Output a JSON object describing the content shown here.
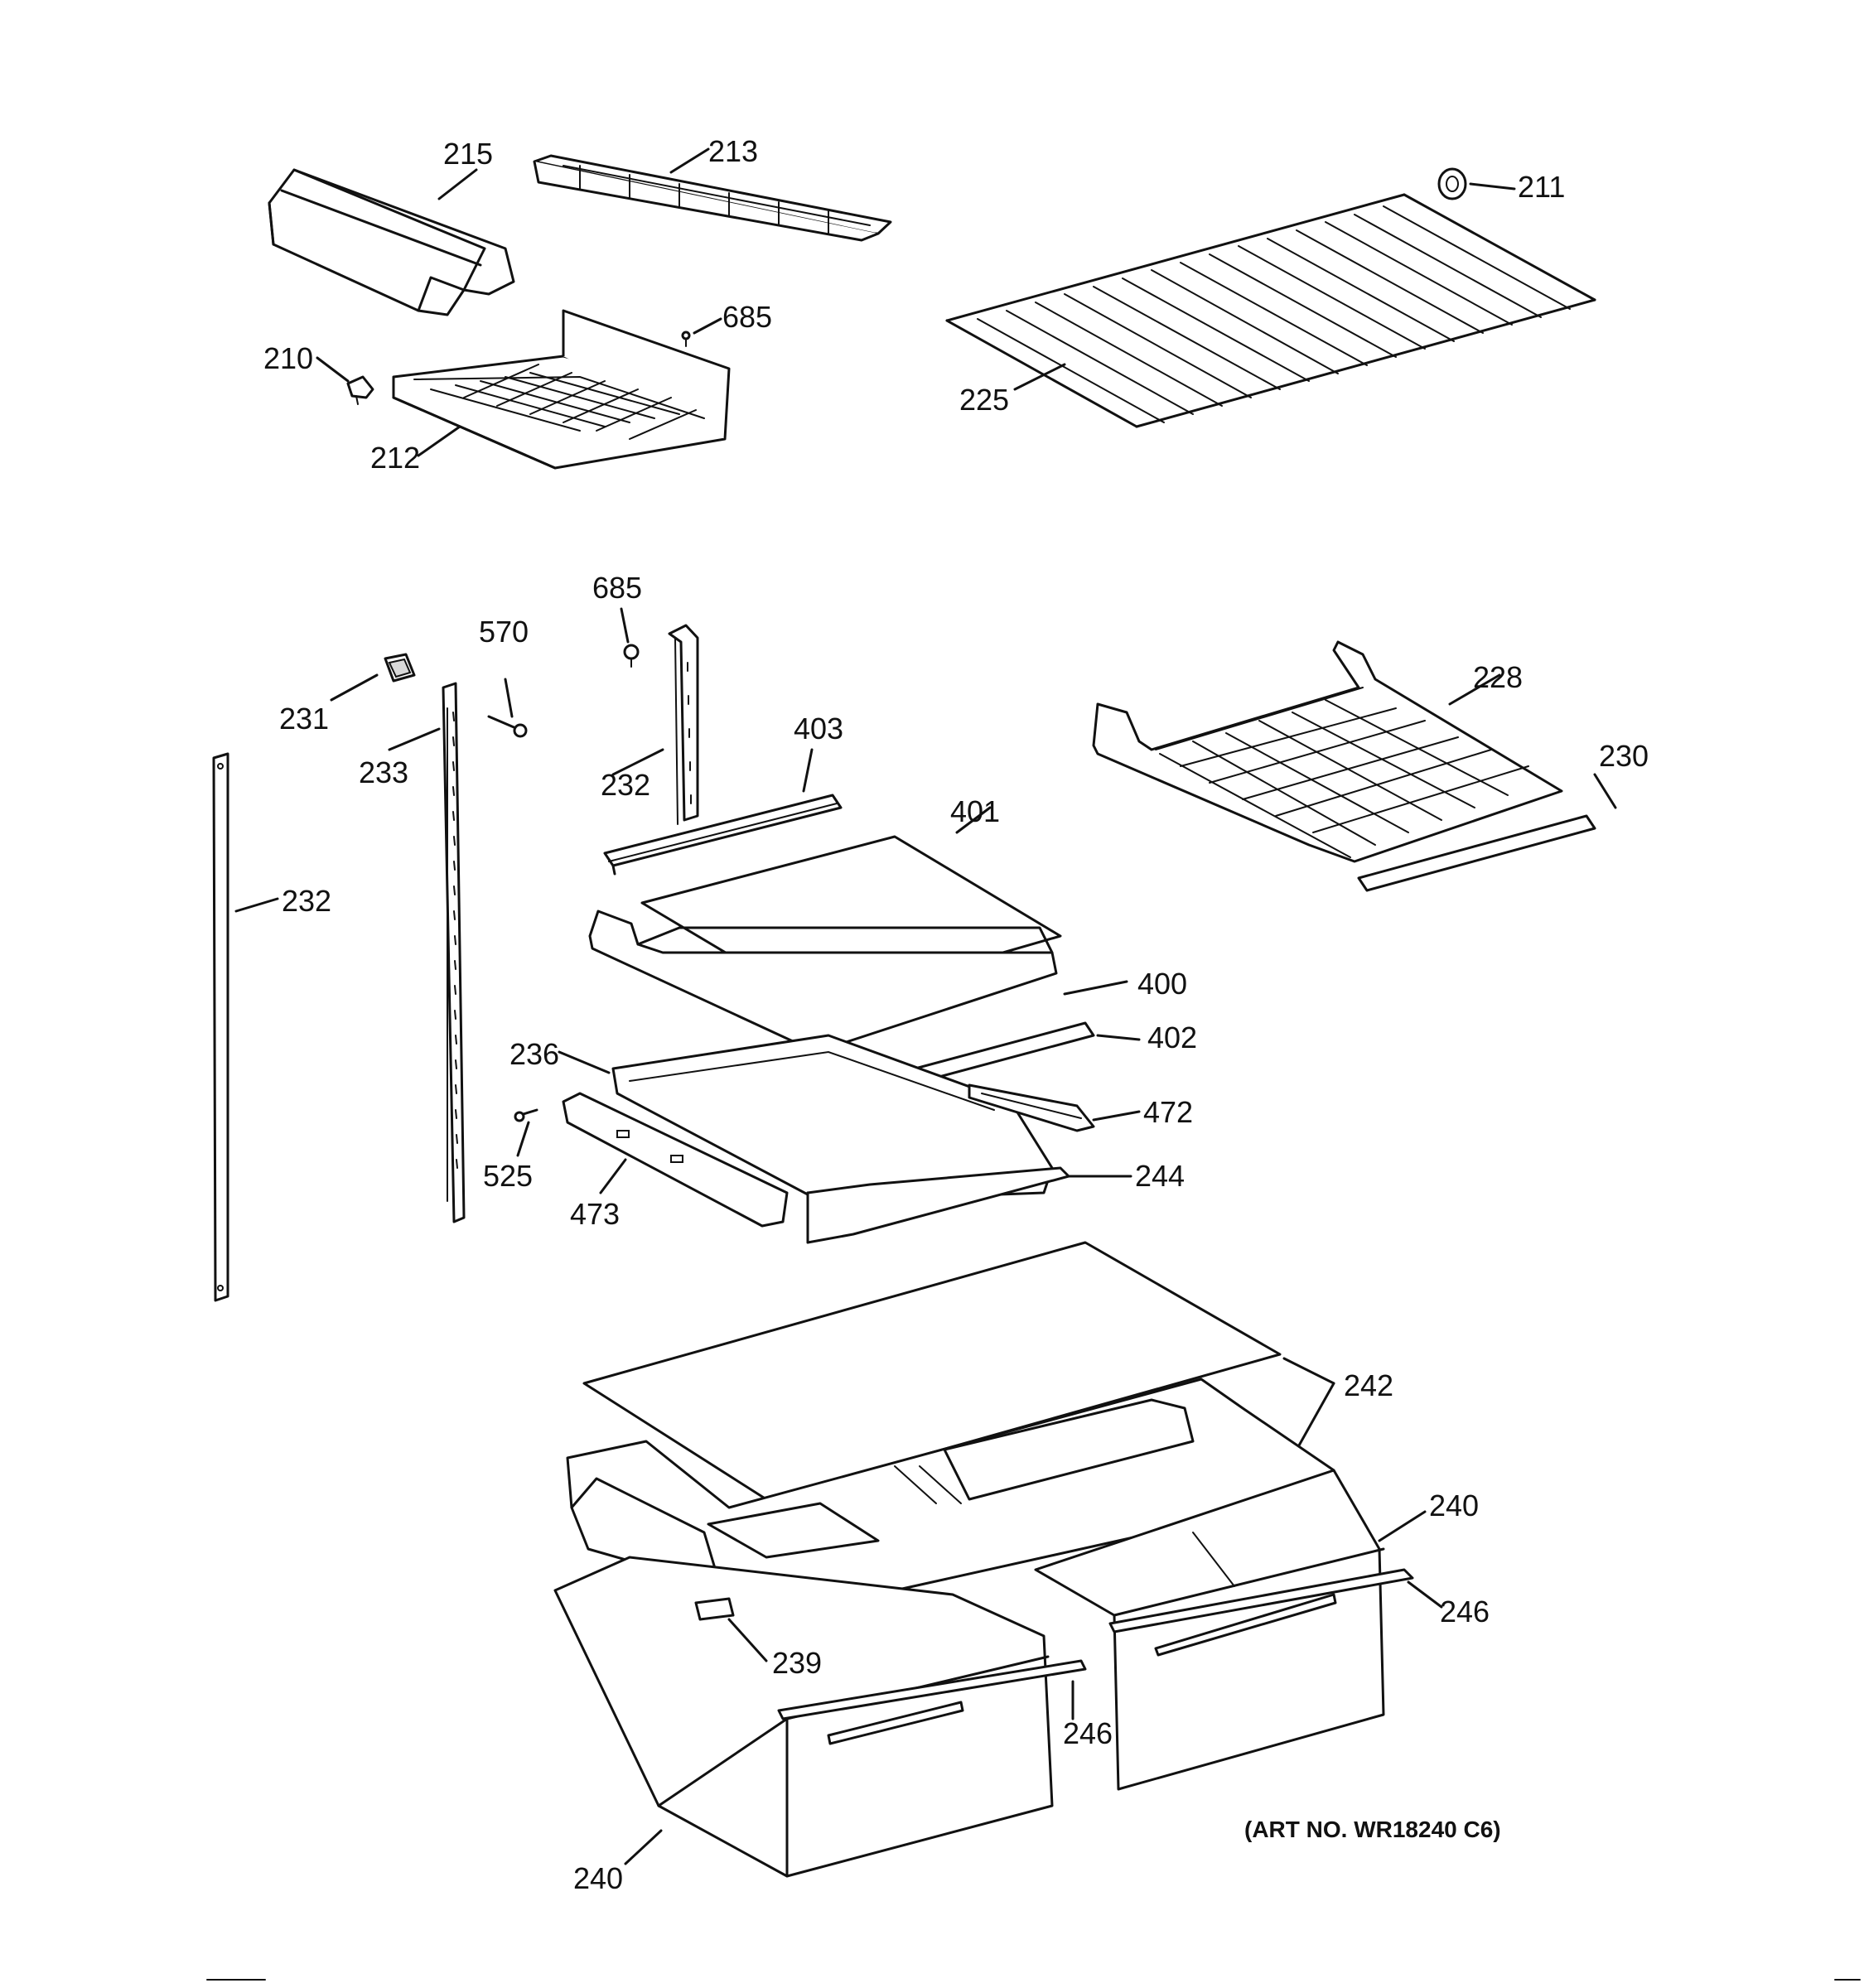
{
  "diagram": {
    "art_number": "(ART NO. WR18240 C6)",
    "parts": {
      "p215": "215",
      "p213": "213",
      "p211": "211",
      "p685a": "685",
      "p210": "210",
      "p212": "212",
      "p225": "225",
      "p685b": "685",
      "p570": "570",
      "p231": "231",
      "p233": "233",
      "p232a": "232",
      "p232b": "232",
      "p403": "403",
      "p401": "401",
      "p228": "228",
      "p230": "230",
      "p400": "400",
      "p402": "402",
      "p236": "236",
      "p472": "472",
      "p525": "525",
      "p473": "473",
      "p244": "244",
      "p242": "242",
      "p240a": "240",
      "p246a": "246",
      "p239": "239",
      "p246b": "246",
      "p240b": "240"
    }
  }
}
